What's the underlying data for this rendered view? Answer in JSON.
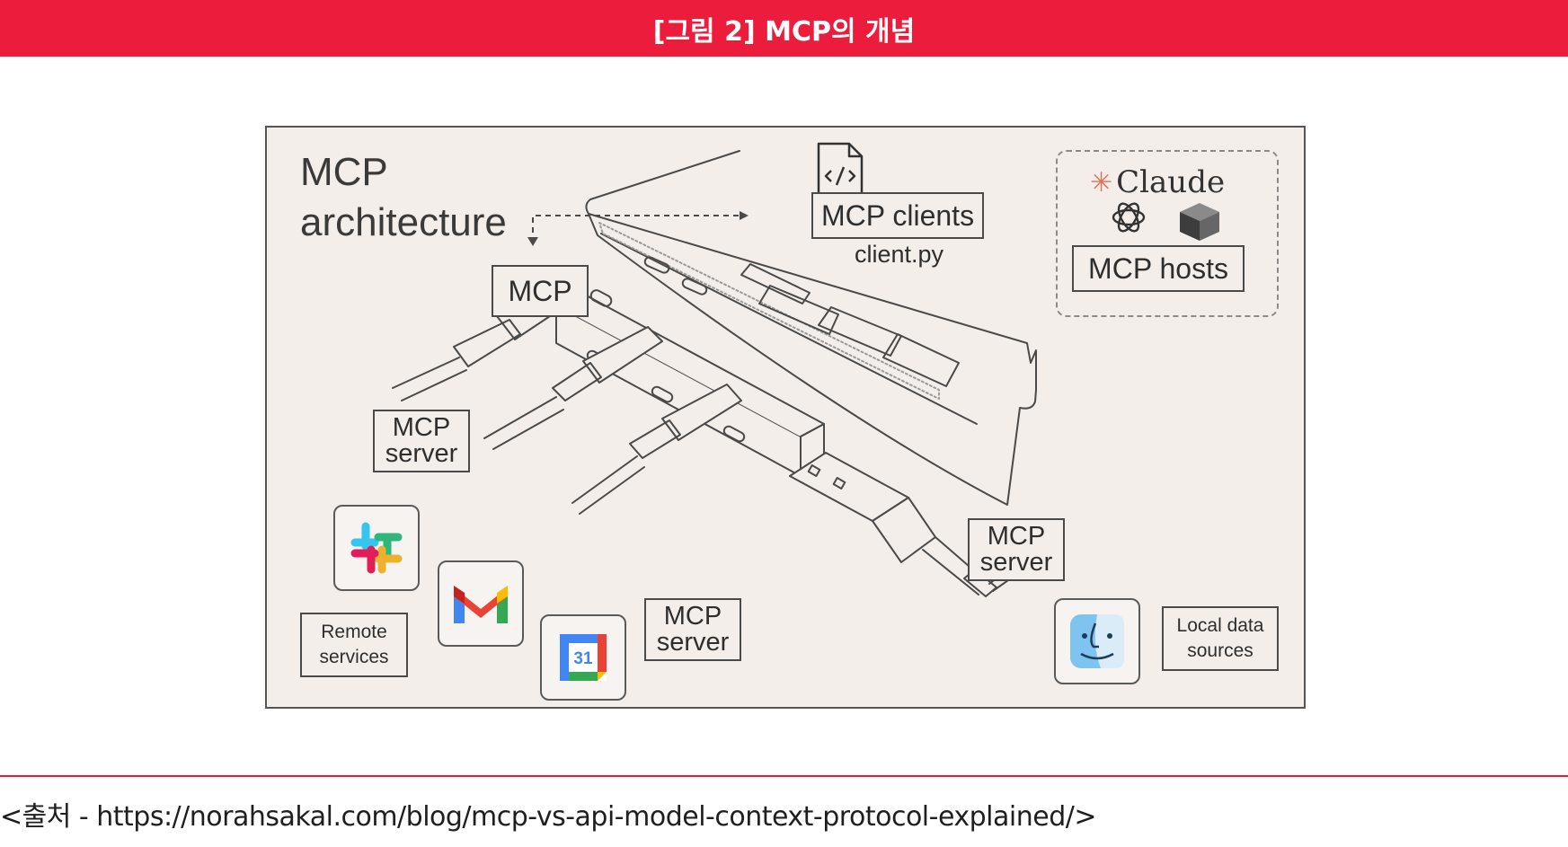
{
  "figure_title": "[그림 2] MCP의 개념",
  "diagram": {
    "heading_line1": "MCP",
    "heading_line2": "architecture",
    "mcp_clients_label": "MCP clients",
    "client_file": "client.py",
    "claude_label": "Claude",
    "mcp_hosts_label": "MCP hosts",
    "mcp_hub_label": "MCP",
    "mcp_server_top_line1": "MCP",
    "mcp_server_top_line2": "server",
    "mcp_server_bottom_line1": "MCP",
    "mcp_server_bottom_line2": "server",
    "mcp_server_local_line1": "MCP",
    "mcp_server_local_line2": "server",
    "remote_line1": "Remote",
    "remote_line2": "services",
    "local_line1": "Local data",
    "local_line2": "sources",
    "calendar_day": "31",
    "icons": [
      "code-file-icon",
      "claude-icon",
      "openai-icon",
      "cube-logo-icon",
      "slack-icon",
      "gmail-icon",
      "google-calendar-icon",
      "finder-icon"
    ],
    "colors": {
      "background": "#f4eeea",
      "title_bar": "#ec1c3c",
      "claude_accent": "#d97757"
    }
  },
  "source_text": "<출처 - https://norahsakal.com/blog/mcp-vs-api-model-context-protocol-explained/>"
}
